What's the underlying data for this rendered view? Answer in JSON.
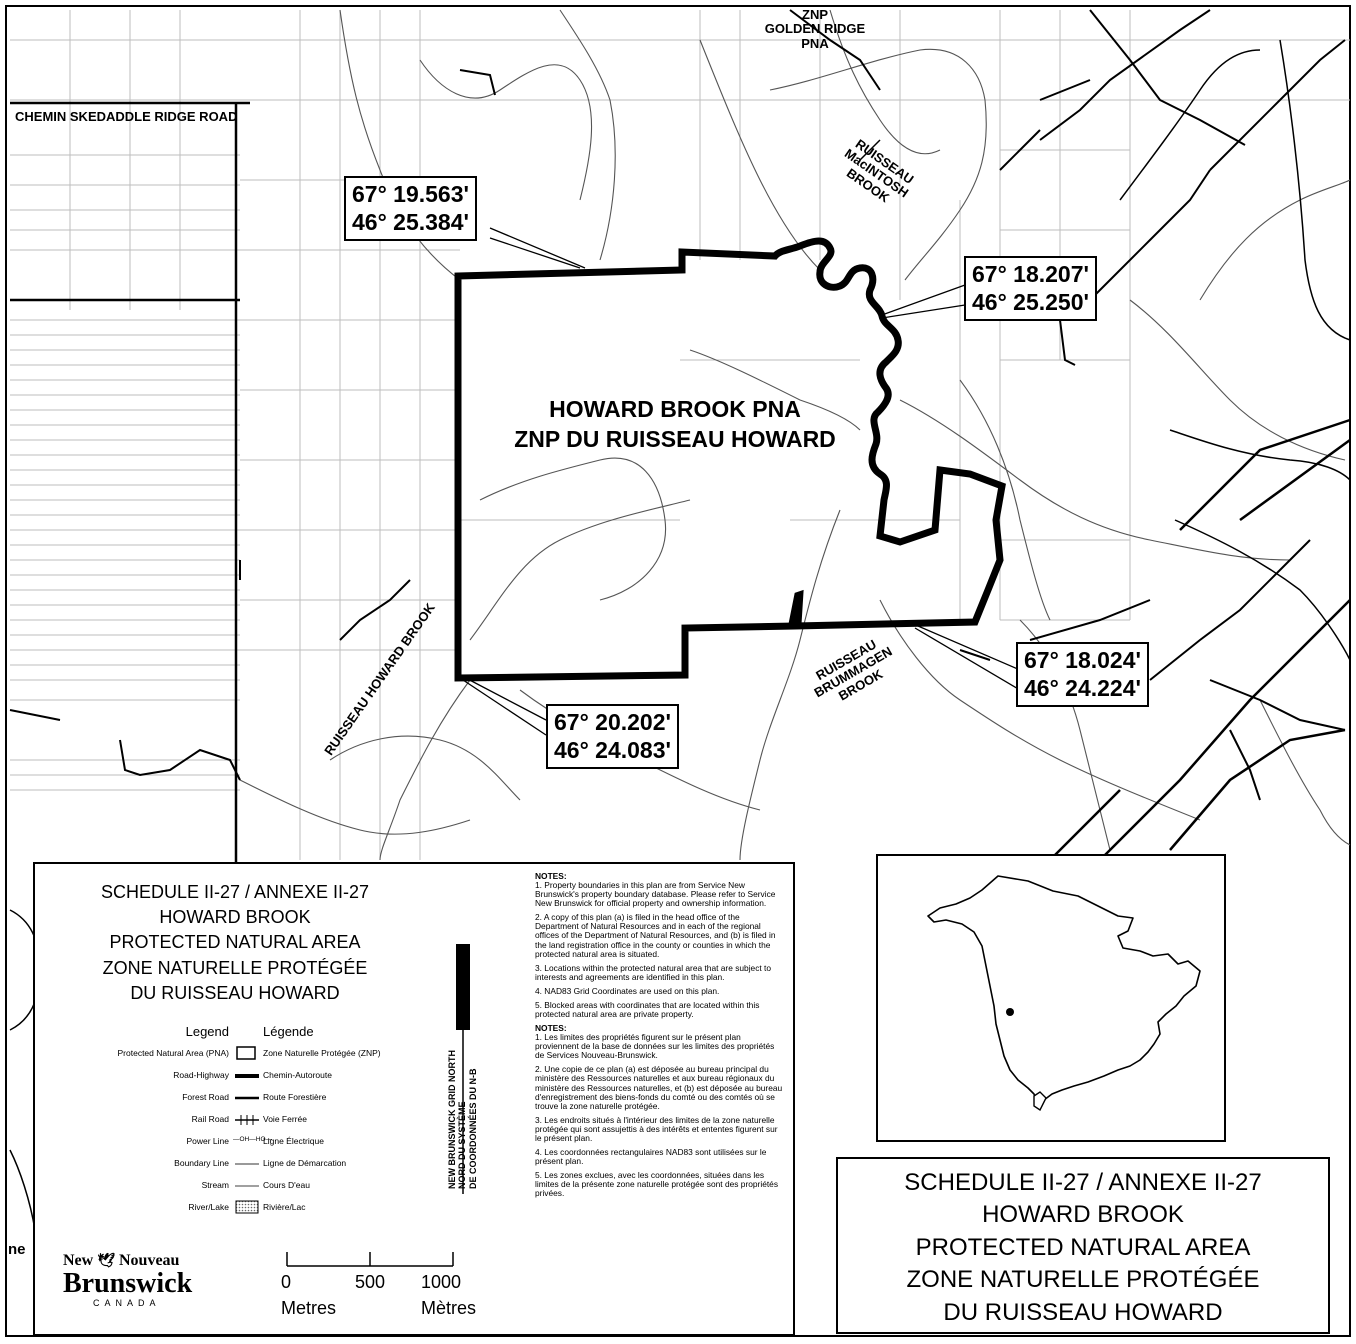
{
  "map": {
    "roads": {
      "skedaddle": "CHEMIN SKEDADDLE RIDGE ROAD"
    },
    "neighbour_pna": [
      "ZNP",
      "GOLDEN RIDGE",
      "PNA"
    ],
    "pna_label": [
      "HOWARD BROOK PNA",
      "ZNP DU RUISSEAU HOWARD"
    ],
    "streams": {
      "macintosh": [
        "RUISSEAU",
        "MacINTOSH",
        "BROOK"
      ],
      "howard": "RUISSEAU HOWARD BROOK",
      "brummagen": [
        "RUISSEAU",
        "BRUMMAGEN",
        "BROOK"
      ]
    },
    "edge_fragment": "ne",
    "coordinates": [
      {
        "lon": "67° 19.563'",
        "lat": "46° 25.384'"
      },
      {
        "lon": "67° 18.207'",
        "lat": "46° 25.250'"
      },
      {
        "lon": "67° 18.024'",
        "lat": "46° 24.224'"
      },
      {
        "lon": "67° 20.202'",
        "lat": "46° 24.083'"
      }
    ]
  },
  "legend": {
    "schedule": [
      "SCHEDULE II-27 / ANNEXE II-27",
      "HOWARD BROOK",
      "PROTECTED NATURAL AREA",
      "ZONE NATURELLE PROTÉGÉE",
      "DU RUISSEAU HOWARD"
    ],
    "header_en": "Legend",
    "header_fr": "Légende",
    "items": [
      {
        "en": "Protected Natural Area (PNA)",
        "fr": "Zone Naturelle Protégée (ZNP)",
        "symbol": "box"
      },
      {
        "en": "Road-Highway",
        "fr": "Chemin-Autoroute",
        "symbol": "thick"
      },
      {
        "en": "Forest Road",
        "fr": "Route Forestière",
        "symbol": "medium"
      },
      {
        "en": "Rail Road",
        "fr": "Voie Ferrée",
        "symbol": "rail"
      },
      {
        "en": "Power Line",
        "fr": "Ligne Électrique",
        "symbol": "power",
        "mark": "—OH—HO—"
      },
      {
        "en": "Boundary Line",
        "fr": "Ligne de Démarcation",
        "symbol": "grey"
      },
      {
        "en": "Stream",
        "fr": "Cours D'eau",
        "symbol": "thin"
      },
      {
        "en": "River/Lake",
        "fr": "Rivière/Lac",
        "symbol": "hatch"
      }
    ],
    "north": [
      "NEW BRUNSWICK GRID NORTH",
      "NORD DU SYSTÈME",
      "DE COORDONNÉES DU N-B"
    ],
    "logo": {
      "line1": "New",
      "line1b": "Nouveau",
      "line2": "Brunswick",
      "line3": "CANADA"
    },
    "scale": {
      "ticks": [
        "0",
        "500",
        "1000"
      ],
      "unit_en": "Metres",
      "unit_fr": "Mètres"
    },
    "notes_en_title": "NOTES:",
    "notes_en": [
      "1. Property boundaries in this plan are from Service New Brunswick's property boundary database. Please refer to Service New Brunswick for official property and ownership information.",
      "2. A copy of this plan (a) is filed in the head office of the Department of Natural Resources and in each of the regional offices of the Department of Natural Resources, and (b) is filed in the land registration office in the county or counties in which the protected natural area is situated.",
      "3. Locations within the protected natural area that are subject to interests and agreements are identified in this plan.",
      "4. NAD83 Grid Coordinates are used on this plan.",
      "5. Blocked areas with coordinates that are located within this protected natural area are private property."
    ],
    "notes_fr_title": "NOTES:",
    "notes_fr": [
      "1. Les limites des propriétés figurent sur le présent plan proviennent de la base de données sur les limites des propriétés de Services Nouveau-Brunswick.",
      "2. Une copie de ce plan (a) est déposée au bureau principal du ministère des Ressources naturelles et aux bureau régionaux du ministère des Ressources naturelles, et (b) est déposée au bureau d'enregistrement des biens-fonds du comté ou des comtés où se trouve la zone naturelle protégée.",
      "3. Les endroits situés à l'intérieur des limites de la zone naturelle protégée qui sont assujettis à des intérêts et ententes figurent sur le présent plan.",
      "4. Les coordonnées rectangulaires NAD83 sont utilisées sur le présent plan.",
      "5. Les zones exclues, avec les coordonnées, situées dans les limites de la présente zone naturelle protégée sont des propriétés privées."
    ]
  },
  "title_block": [
    "SCHEDULE II-27 / ANNEXE II-27",
    "HOWARD BROOK",
    "PROTECTED NATURAL AREA",
    "ZONE NATURELLE PROTÉGÉE",
    "DU RUISSEAU HOWARD"
  ]
}
